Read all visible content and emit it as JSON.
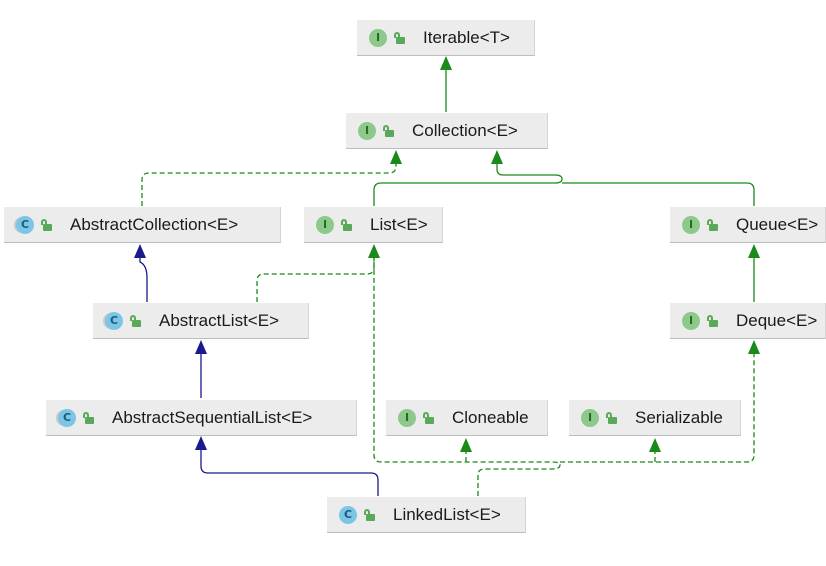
{
  "nodes": {
    "iterable": {
      "label": "Iterable<T>",
      "kind": "interface",
      "kind_letter": "I"
    },
    "collection": {
      "label": "Collection<E>",
      "kind": "interface",
      "kind_letter": "I"
    },
    "abstract_collection": {
      "label": "AbstractCollection<E>",
      "kind": "abstract-class",
      "kind_letter": "C"
    },
    "list": {
      "label": "List<E>",
      "kind": "interface",
      "kind_letter": "I"
    },
    "queue": {
      "label": "Queue<E>",
      "kind": "interface",
      "kind_letter": "I"
    },
    "abstract_list": {
      "label": "AbstractList<E>",
      "kind": "abstract-class",
      "kind_letter": "C"
    },
    "deque": {
      "label": "Deque<E>",
      "kind": "interface",
      "kind_letter": "I"
    },
    "abstract_sequential_list": {
      "label": "AbstractSequentialList<E>",
      "kind": "abstract-class",
      "kind_letter": "C"
    },
    "cloneable": {
      "label": "Cloneable",
      "kind": "interface",
      "kind_letter": "I"
    },
    "serializable": {
      "label": "Serializable",
      "kind": "interface",
      "kind_letter": "I"
    },
    "linked_list": {
      "label": "LinkedList<E>",
      "kind": "class",
      "kind_letter": "C"
    }
  },
  "relations": [
    {
      "from": "collection",
      "to": "iterable",
      "type": "extends-interface"
    },
    {
      "from": "abstract_collection",
      "to": "collection",
      "type": "implements"
    },
    {
      "from": "list",
      "to": "collection",
      "type": "extends-interface"
    },
    {
      "from": "queue",
      "to": "collection",
      "type": "extends-interface"
    },
    {
      "from": "abstract_list",
      "to": "abstract_collection",
      "type": "extends-class"
    },
    {
      "from": "abstract_list",
      "to": "list",
      "type": "implements"
    },
    {
      "from": "deque",
      "to": "queue",
      "type": "extends-interface"
    },
    {
      "from": "abstract_sequential_list",
      "to": "abstract_list",
      "type": "extends-class"
    },
    {
      "from": "linked_list",
      "to": "abstract_sequential_list",
      "type": "extends-class"
    },
    {
      "from": "linked_list",
      "to": "list",
      "type": "implements"
    },
    {
      "from": "linked_list",
      "to": "cloneable",
      "type": "implements"
    },
    {
      "from": "linked_list",
      "to": "serializable",
      "type": "implements"
    },
    {
      "from": "linked_list",
      "to": "deque",
      "type": "implements"
    }
  ],
  "colors": {
    "interface_edge": "#1b8a1b",
    "class_edge": "#1a1a8c",
    "node_bg": "#ececec",
    "interface_badge": "#8cc98a",
    "class_badge": "#7bc6e6",
    "lock": "#5aa95a"
  },
  "icons": {
    "interface": "interface-badge-icon",
    "class": "class-badge-icon",
    "abstract-class": "abstract-class-badge-icon",
    "visibility": "public-lock-icon"
  }
}
